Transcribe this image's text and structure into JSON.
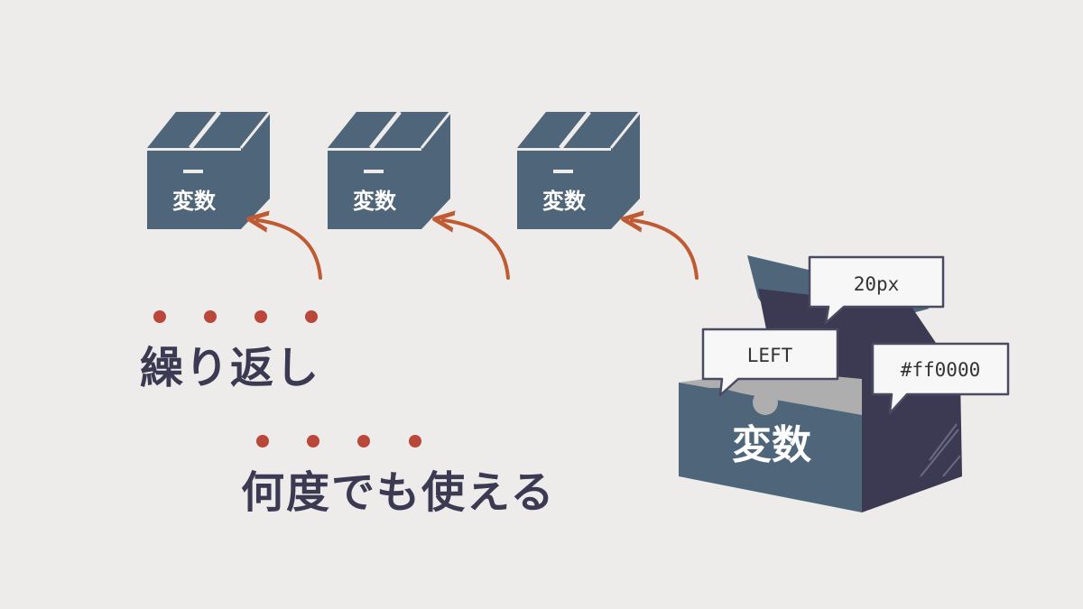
{
  "boxes": {
    "label": "変数",
    "count": 3
  },
  "open_box": {
    "label": "変数",
    "tags": [
      "20px",
      "LEFT",
      "#ff0000"
    ]
  },
  "headings": {
    "repeat": "繰り返し",
    "reuse": "何度でも使える"
  },
  "colors": {
    "background": "#eeecea",
    "box_front": "#4f6579",
    "box_side": "#4f6579",
    "box_dark": "#3b3a52",
    "arrow": "#c05a33",
    "dots": "#b9473a",
    "heading_text": "#3b3a52"
  },
  "icons": [
    "closed-box-icon",
    "open-box-icon",
    "curved-arrow-icon",
    "speech-tag-icon"
  ]
}
